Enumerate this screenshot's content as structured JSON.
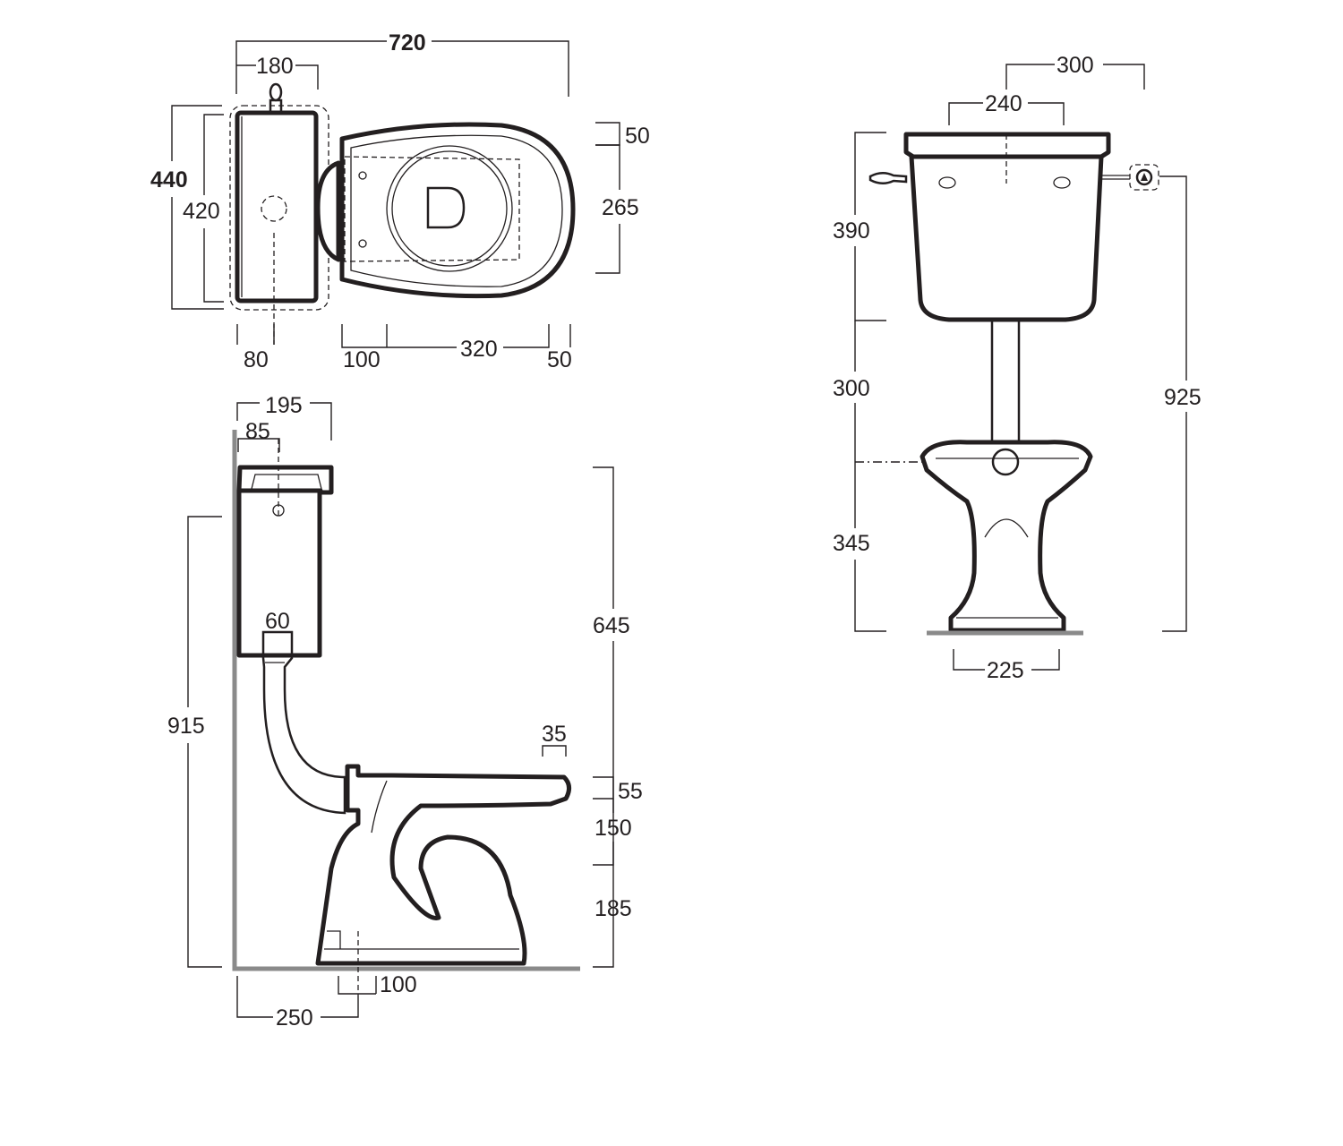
{
  "top_view": {
    "overall_length": "720",
    "tank_width": "180",
    "overall_depth": "440",
    "tank_depth": "420",
    "rim_offset": "50",
    "seat_depth": "265",
    "outlet_offset": "80",
    "bowl_start": "100",
    "bowl_length": "320",
    "bowl_end": "50"
  },
  "side_view": {
    "tank_projection": "195",
    "inlet_offset": "85",
    "outlet_diameter": "60",
    "tank_bottom_height": "915",
    "tank_height_total": "645",
    "rim_width": "35",
    "seat_height": "55",
    "bowl_height": "150",
    "pan_height": "185",
    "outlet_width": "100",
    "outlet_from_wall": "250"
  },
  "front_view": {
    "tank_width": "300",
    "fixing_centres": "240",
    "tank_height": "390",
    "pipe_length": "300",
    "inlet_height": "925",
    "pan_height": "345",
    "foot_width": "225"
  },
  "colors": {
    "line": "#231f20",
    "wall": "#8a8a8a"
  }
}
